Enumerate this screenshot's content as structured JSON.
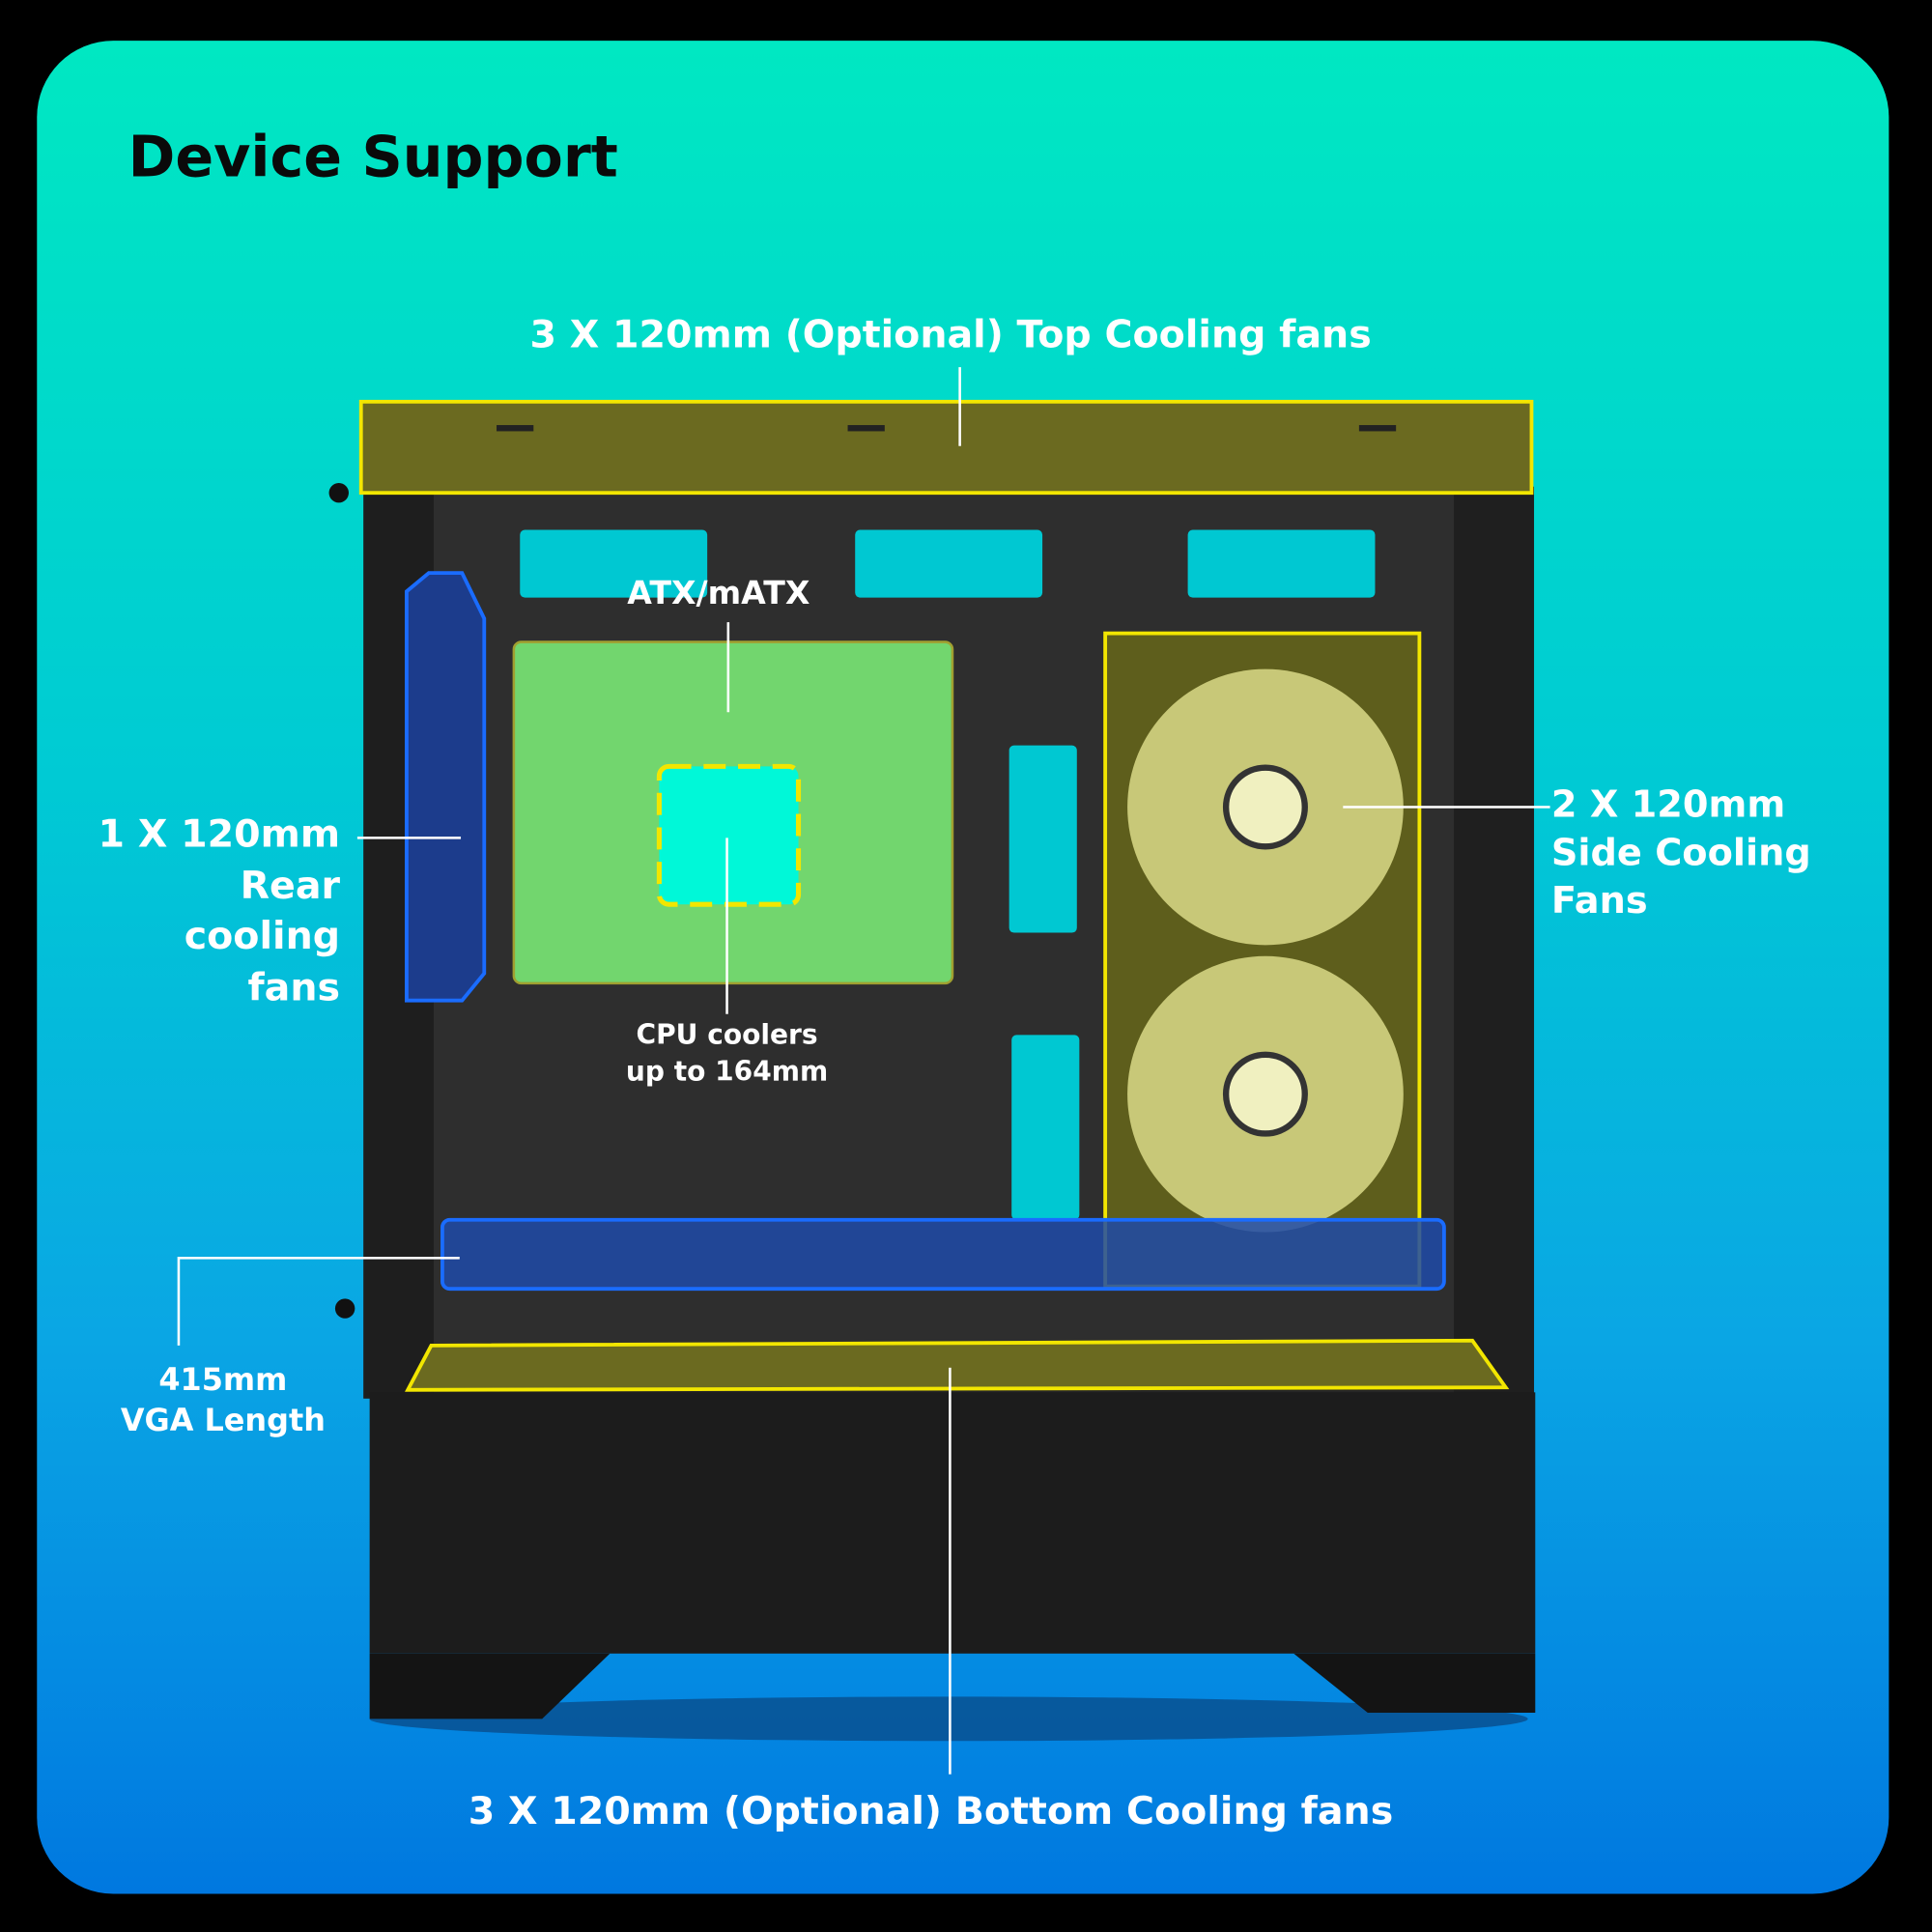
{
  "title": "Device Support",
  "labels": {
    "top_fans": "3 X 120mm (Optional) Top Cooling fans",
    "motherboard": "ATX/mATX",
    "cpu_line1": "CPU coolers",
    "cpu_line2": "up to 164mm",
    "side_line1": "2 X 120mm",
    "side_line2": "Side Cooling",
    "side_line3": "Fans",
    "rear_line1": "1 X 120mm",
    "rear_line2": "Rear",
    "rear_line3": "cooling",
    "rear_line4": "fans",
    "vga_line1": "415mm",
    "vga_line2": "VGA Length",
    "bottom_fans": "3 X 120mm (Optional) Bottom Cooling fans"
  },
  "colors": {
    "highlight_yellow": "#f2e600",
    "highlight_blue": "#1a6cff",
    "motherboard_green": "#72d66e",
    "cpu_cyan": "#00f8d8",
    "cutout_cyan": "#00c8d2"
  }
}
